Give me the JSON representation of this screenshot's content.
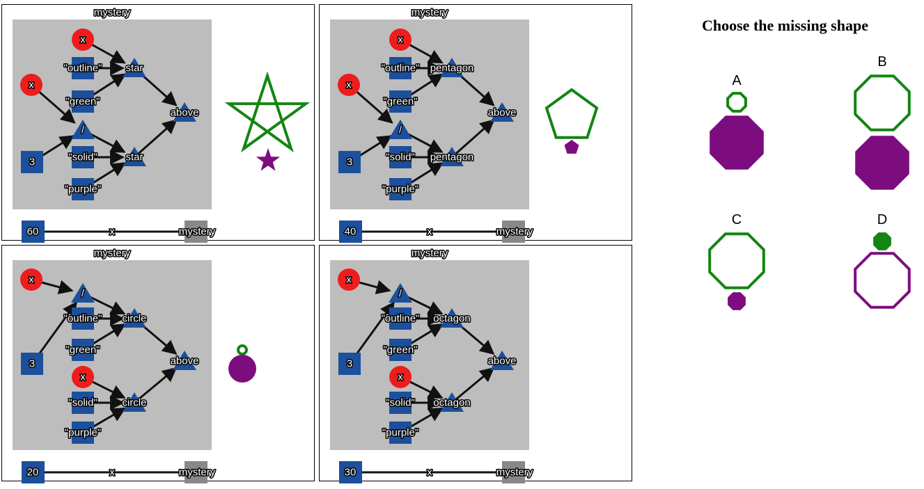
{
  "colors": {
    "graph_bg": "#bdbdbd",
    "node_blue": "#1c4f9c",
    "node_red": "#ee1c1c",
    "output_gray": "#888888",
    "green": "#138513",
    "purple": "#7d0d7f",
    "edge": "#111111"
  },
  "title": "Choose the missing shape",
  "panels": [
    {
      "id": "p1",
      "mystery_label": "mystery",
      "slider_value": "60",
      "slider_var": "x",
      "slider_output": "mystery",
      "nodes": {
        "x1": "x",
        "x2": "x",
        "outline": "\"outline\"",
        "green": "\"green\"",
        "div": "/",
        "three": "3",
        "solid": "\"solid\"",
        "purple": "\"purple\"",
        "top_op": "star",
        "bot_op": "star",
        "above": "above"
      },
      "preview": {
        "top_shape": "star",
        "top_style": "outline",
        "top_color": "green",
        "bottom_shape": "star",
        "bottom_style": "solid",
        "bottom_color": "purple"
      }
    },
    {
      "id": "p2",
      "mystery_label": "mystery",
      "slider_value": "40",
      "slider_var": "x",
      "slider_output": "mystery",
      "nodes": {
        "x1": "x",
        "x2": "x",
        "outline": "\"outline\"",
        "green": "\"green\"",
        "div": "/",
        "three": "3",
        "solid": "\"solid\"",
        "purple": "\"purple\"",
        "top_op": "pentagon",
        "bot_op": "pentagon",
        "above": "above"
      },
      "preview": {
        "top_shape": "pentagon",
        "top_style": "outline",
        "top_color": "green",
        "bottom_shape": "pentagon",
        "bottom_style": "solid",
        "bottom_color": "purple"
      }
    },
    {
      "id": "p3",
      "mystery_label": "mystery",
      "slider_value": "20",
      "slider_var": "x",
      "slider_output": "mystery",
      "nodes": {
        "x1": "x",
        "x2": "x",
        "outline": "\"outline\"",
        "green": "\"green\"",
        "div": "/",
        "three": "3",
        "solid": "\"solid\"",
        "purple": "\"purple\"",
        "top_op": "circle",
        "bot_op": "circle",
        "above": "above"
      },
      "preview": {
        "top_shape": "circle",
        "top_style": "outline",
        "top_color": "green",
        "bottom_shape": "circle",
        "bottom_style": "solid",
        "bottom_color": "purple"
      }
    },
    {
      "id": "p4",
      "mystery_label": "mystery",
      "slider_value": "30",
      "slider_var": "x",
      "slider_output": "mystery",
      "nodes": {
        "x1": "x",
        "x2": "x",
        "outline": "\"outline\"",
        "green": "\"green\"",
        "div": "/",
        "three": "3",
        "solid": "\"solid\"",
        "purple": "\"purple\"",
        "top_op": "octagon",
        "bot_op": "octagon",
        "above": "above"
      },
      "preview": null
    }
  ],
  "choices": [
    {
      "letter": "A",
      "top": {
        "shape": "octagon",
        "style": "outline",
        "color": "green",
        "size": "small"
      },
      "bottom": {
        "shape": "octagon",
        "style": "solid",
        "color": "purple",
        "size": "large"
      }
    },
    {
      "letter": "B",
      "top": {
        "shape": "octagon",
        "style": "outline",
        "color": "green",
        "size": "large"
      },
      "bottom": {
        "shape": "octagon",
        "style": "solid",
        "color": "purple",
        "size": "large"
      }
    },
    {
      "letter": "C",
      "top": {
        "shape": "octagon",
        "style": "outline",
        "color": "green",
        "size": "large"
      },
      "bottom": {
        "shape": "octagon",
        "style": "solid",
        "color": "purple",
        "size": "small"
      }
    },
    {
      "letter": "D",
      "top": {
        "shape": "octagon",
        "style": "solid",
        "color": "green",
        "size": "small"
      },
      "bottom": {
        "shape": "octagon",
        "style": "outline",
        "color": "purple",
        "size": "large"
      }
    }
  ]
}
